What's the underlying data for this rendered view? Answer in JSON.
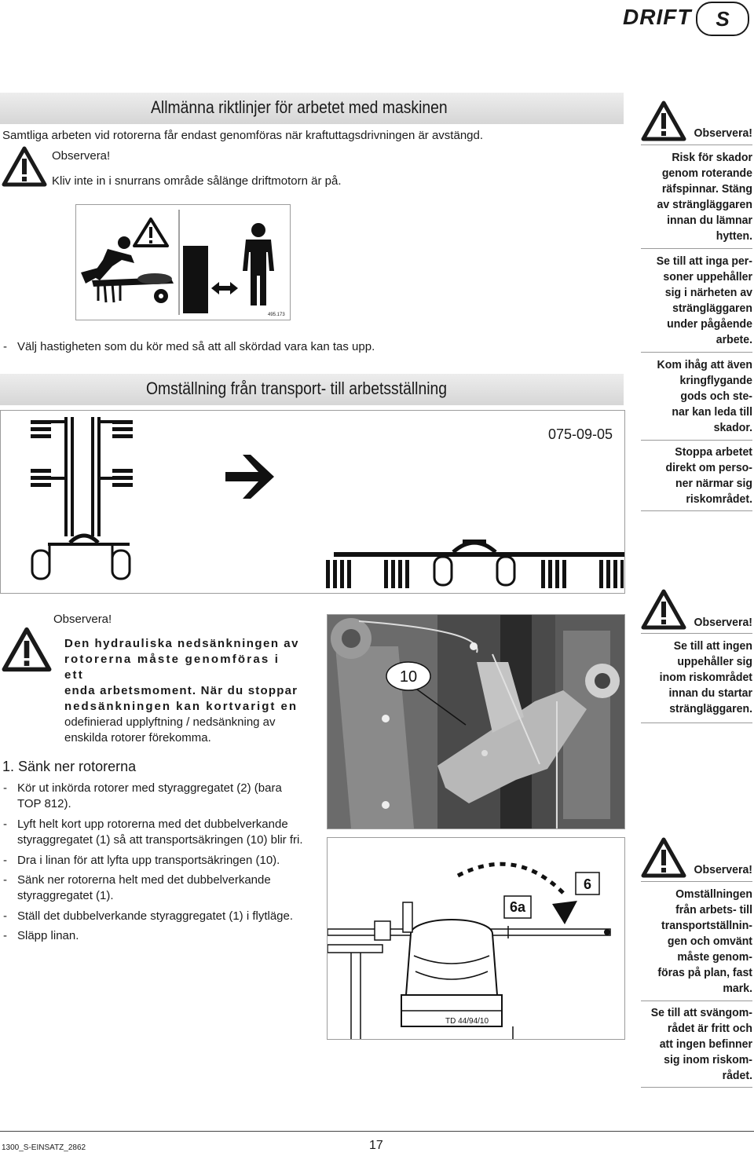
{
  "header": {
    "section": "DRIFT",
    "language": "S"
  },
  "section1": {
    "title": "Allmänna riktlinjer för arbetet med maskinen",
    "intro": "Samtliga arbeten vid rotorerna får endast genomföras när kraftuttagsdrivningen är avstängd.",
    "observe_label": "Observera!",
    "warning_text": "Kliv inte in i snurrans område sålänge driftmotorn är på.",
    "figure_code": "495.173",
    "speed_note": "Välj hastigheten som du kör med så att all skördad vara kan tas upp."
  },
  "sidebar1": {
    "observe_label": "Observera!",
    "p1": [
      "Risk för skador",
      "genom roterande",
      "räfspinnar. Stäng",
      "av strängläggaren",
      "innan du lämnar",
      "hytten."
    ],
    "p2": [
      "Se till att inga per-",
      "soner uppehåller",
      "sig i närheten av",
      "strängläggaren",
      "under pågående",
      "arbete."
    ],
    "p3": [
      "Kom ihåg att även",
      "kringflygande",
      "gods och ste-",
      "nar kan leda till",
      "skador."
    ],
    "p4": [
      "Stoppa arbetet",
      "direkt om perso-",
      "ner närmar sig",
      "riskområdet."
    ]
  },
  "section2": {
    "title": "Omställning från transport- till arbetsställning",
    "figure_code": "075-09-05"
  },
  "hydraulic": {
    "observe_label": "Observera!",
    "lines": [
      "Den hydrauliska nedsänkningen av",
      "rotorerna måste genomföras i ett",
      "enda arbetsmoment. När du stoppar",
      "nedsänkningen kan kortvarigt en",
      "odefinierad upplyftning / nedsänkning av",
      "enskilda rotorer förekomma."
    ]
  },
  "photo": {
    "callout": "10"
  },
  "sidebar2": {
    "observe_label": "Observera!",
    "lines": [
      "Se till att ingen",
      "uppehåller sig",
      "inom riskområdet",
      "innan du startar",
      "strängläggaren."
    ]
  },
  "steps": {
    "heading": "1. Sänk ner rotorerna",
    "items": [
      [
        "Kör ut inkörda rotorer med styraggregatet (2)  (bara",
        "TOP 812)."
      ],
      [
        "Lyft helt kort upp rotorerna med det dubbelverkande",
        "styraggregatet (1) så att transportsäkringen (10) blir fri."
      ],
      [
        "Dra i linan för att lyfta upp transportsäkringen (10)."
      ],
      [
        "Sänk ner rotorerna helt med det dubbelverkande",
        "styraggregatet (1)."
      ],
      [
        "Ställ det dubbelverkande styraggregatet (1) i flytläge."
      ],
      [
        "Släpp linan."
      ]
    ]
  },
  "diagram3": {
    "label_a": "6a",
    "label_b": "6",
    "code": "TD 44/94/10"
  },
  "sidebar3": {
    "observe_label": "Observera!",
    "p1": [
      "Omställningen",
      "från arbets- till",
      "transportställnin-",
      "gen och omvänt",
      "måste genom-",
      "föras på plan, fast",
      "mark."
    ],
    "p2": [
      "Se till att svängom-",
      "rådet är fritt och",
      "att ingen befinner",
      "sig inom riskom-",
      "rådet."
    ]
  },
  "footer": {
    "doc_code": "1300_S-EINSATZ_2862",
    "page": "17"
  }
}
